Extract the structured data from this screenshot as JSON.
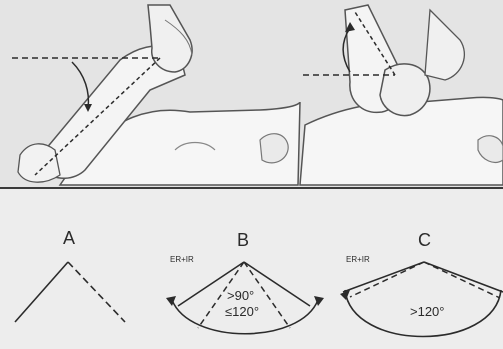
{
  "panels": {
    "a": {
      "letter": "A"
    },
    "b": {
      "letter": "B",
      "tag": "ER+IR",
      "range_high": ">90°",
      "range_low": "≤120°"
    },
    "c": {
      "letter": "C",
      "tag": "ER+IR",
      "range": ">120°"
    }
  },
  "colors": {
    "background": "#ededed",
    "line": "#2b2b2b",
    "body_fill": "#f6f6f6",
    "shadow": "#c9c9c9"
  }
}
